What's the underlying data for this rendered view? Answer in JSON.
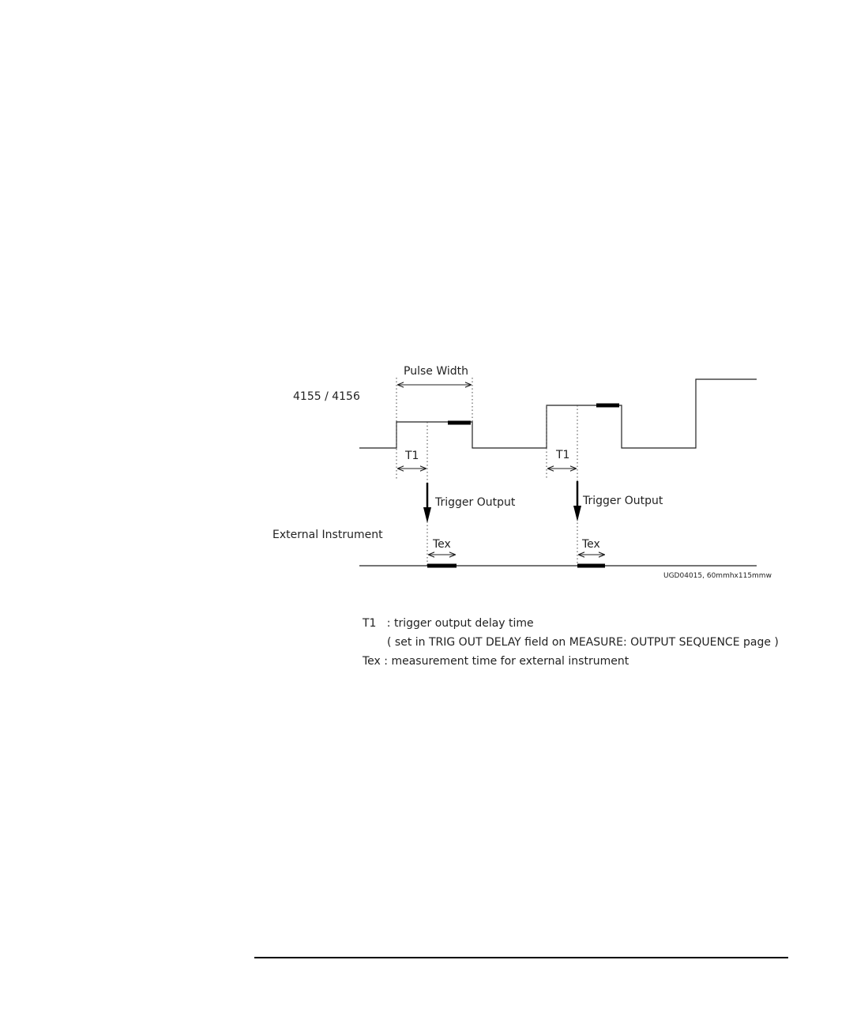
{
  "diagram": {
    "instrument_label": "4155 / 4156",
    "external_label": "External Instrument",
    "pulse_width_label": "Pulse Width",
    "t1_label": "T1",
    "trigger_output_label": "Trigger Output",
    "tex_label": "Tex",
    "figure_id": "UGD04015, 60mmhx115mmw"
  },
  "legend": {
    "line1": "T1   : trigger output delay time",
    "line2": "( set in TRIG OUT DELAY field on MEASURE: OUTPUT SEQUENCE page )",
    "line3": "Tex : measurement time for external instrument"
  }
}
